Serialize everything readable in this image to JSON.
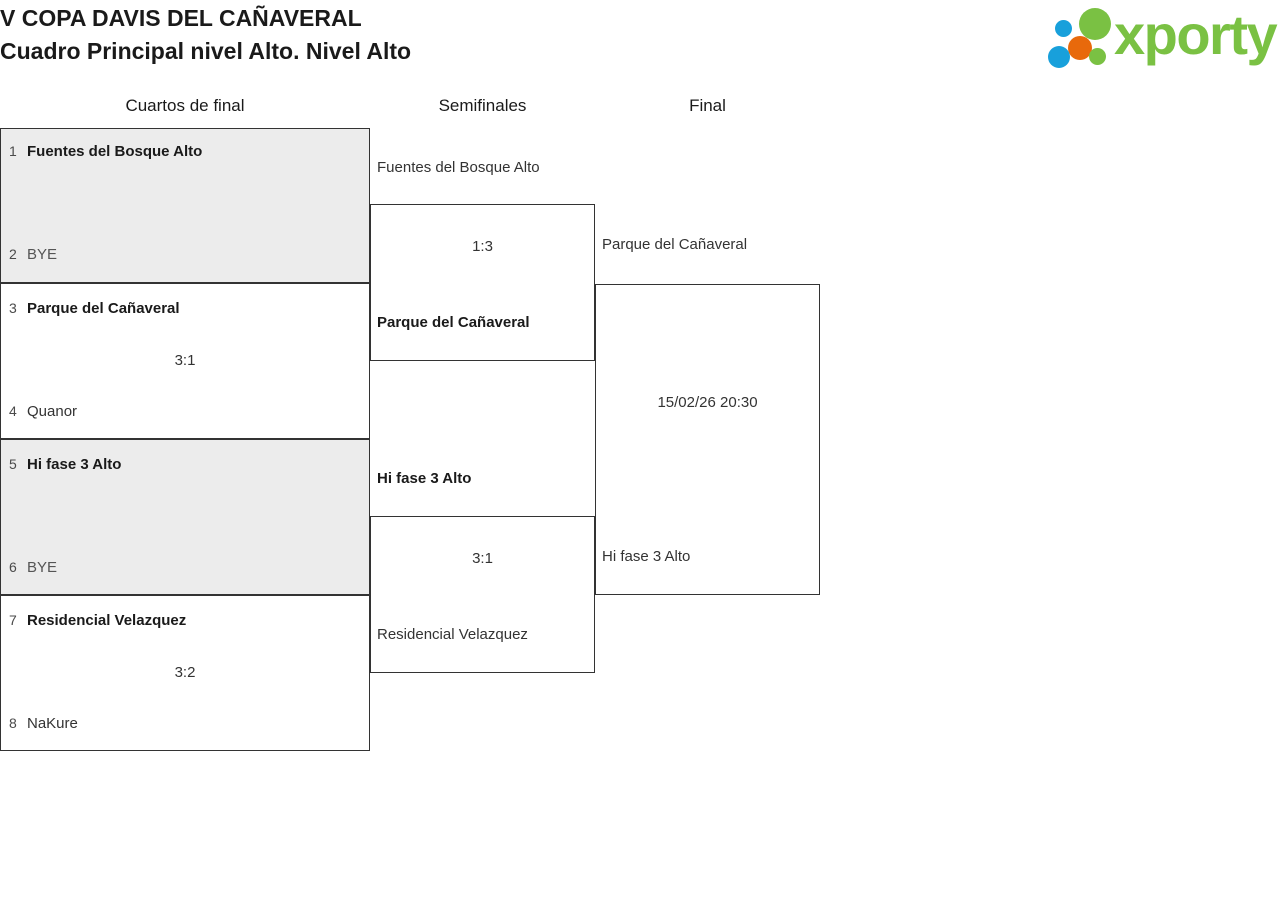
{
  "header": {
    "title_line1": "V COPA DAVIS DEL CAÑAVERAL",
    "title_line2": "Cuadro Principal nivel Alto. Nivel Alto",
    "logo_word": "xporty",
    "logo_colors": {
      "green": "#7ac143",
      "blue": "#18a0db",
      "orange": "#e8690b"
    }
  },
  "rounds": [
    {
      "label": "Cuartos de final"
    },
    {
      "label": "Semifinales"
    },
    {
      "label": "Final"
    }
  ],
  "quarterfinals": [
    {
      "shaded": true,
      "score": "",
      "players": [
        {
          "seed": "1",
          "name": "Fuentes del Bosque Alto",
          "winner": true
        },
        {
          "seed": "2",
          "name": "BYE",
          "winner": false
        }
      ]
    },
    {
      "shaded": false,
      "score": "3:1",
      "players": [
        {
          "seed": "3",
          "name": "Parque del Cañaveral",
          "winner": true
        },
        {
          "seed": "4",
          "name": "Quanor",
          "winner": false
        }
      ]
    },
    {
      "shaded": true,
      "score": "",
      "players": [
        {
          "seed": "5",
          "name": "Hi fase 3 Alto",
          "winner": true
        },
        {
          "seed": "6",
          "name": "BYE",
          "winner": false
        }
      ]
    },
    {
      "shaded": false,
      "score": "3:2",
      "players": [
        {
          "seed": "7",
          "name": "Residencial Velazquez",
          "winner": true
        },
        {
          "seed": "8",
          "name": "NaKure",
          "winner": false
        }
      ]
    }
  ],
  "semifinals": [
    {
      "score": "1:3",
      "top_player": "Fuentes del Bosque Alto",
      "bottom_player": "Parque del Cañaveral",
      "top_winner": false,
      "bottom_winner": true
    },
    {
      "score": "3:1",
      "top_player": "Hi fase 3 Alto",
      "bottom_player": "Residencial Velazquez",
      "top_winner": true,
      "bottom_winner": false
    }
  ],
  "final": {
    "datetime": "15/02/26 20:30",
    "top_player": "Parque del Cañaveral",
    "bottom_player": "Hi fase 3 Alto",
    "top_winner": false,
    "bottom_winner": false
  }
}
